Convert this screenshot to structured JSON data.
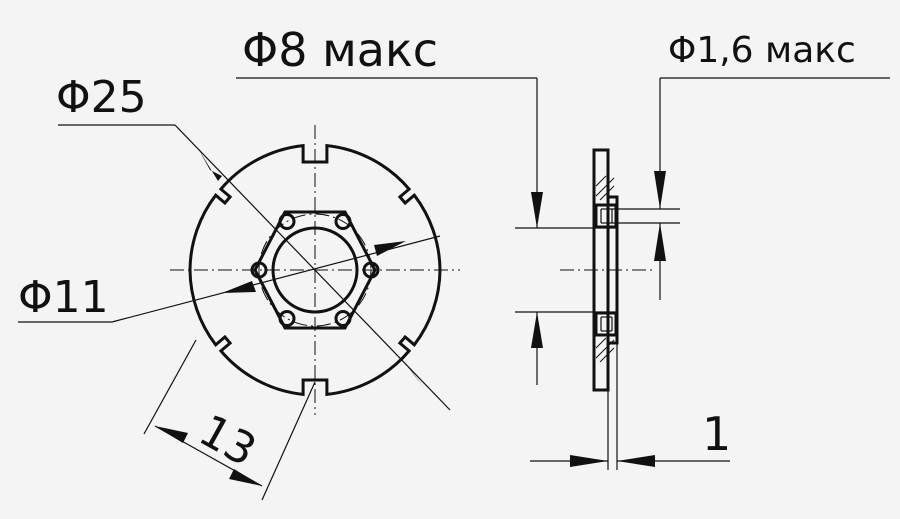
{
  "dimensions": {
    "d_outer": "Φ25",
    "d_inner": "Φ11",
    "d_hole": "Φ8 макс",
    "d_small_hole": "Φ1,6 макс",
    "slot_span": "13",
    "thickness": "1"
  }
}
